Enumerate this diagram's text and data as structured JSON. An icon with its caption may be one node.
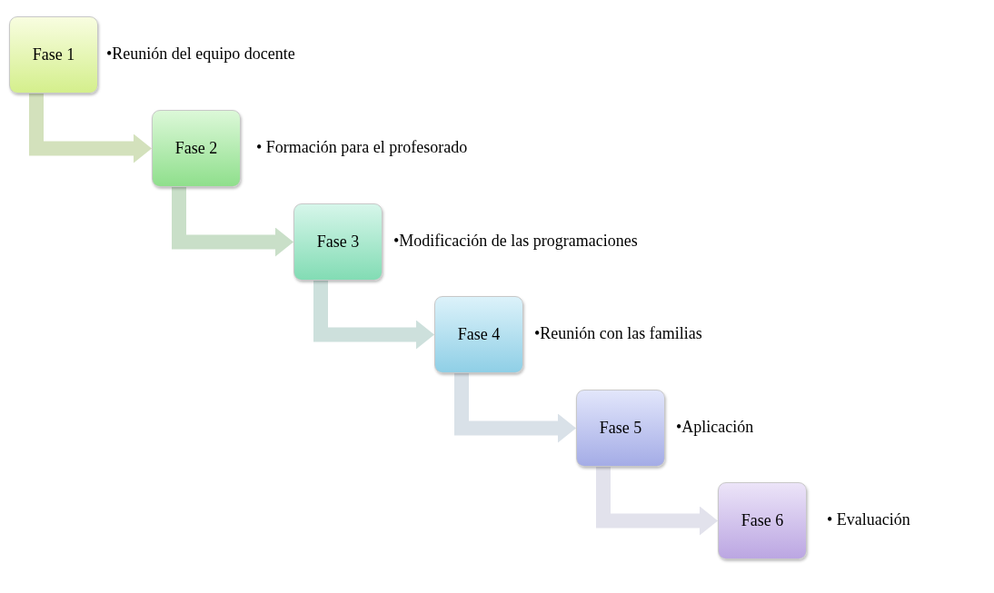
{
  "diagram": {
    "nodes": [
      {
        "text": [
          "Fase 1"
        ],
        "beside": [
          "•Reunión del equipo docente"
        ]
      },
      {
        "text": [
          "Fase 2"
        ],
        "beside": [
          "• Formación para el profesorado"
        ]
      },
      {
        "text": [
          "Fase 3"
        ],
        "beside": [
          "•Modificación de las programaciones"
        ]
      },
      {
        "text": [
          "Fase 4"
        ],
        "beside": [
          "•Reunión con las familias"
        ]
      },
      {
        "text": [
          "Fase 5"
        ],
        "beside": [
          "•Aplicación"
        ]
      },
      {
        "text": [
          "Fase 6"
        ],
        "beside": [
          "• Evaluación"
        ]
      }
    ],
    "edges": [
      {
        "from": 0,
        "to": 1,
        "arrow": "to"
      },
      {
        "from": 1,
        "to": 2,
        "arrow": "to"
      },
      {
        "from": 2,
        "to": 3,
        "arrow": "to"
      },
      {
        "from": 3,
        "to": 4,
        "arrow": "to"
      },
      {
        "from": 4,
        "to": 5,
        "arrow": "to"
      }
    ]
  }
}
